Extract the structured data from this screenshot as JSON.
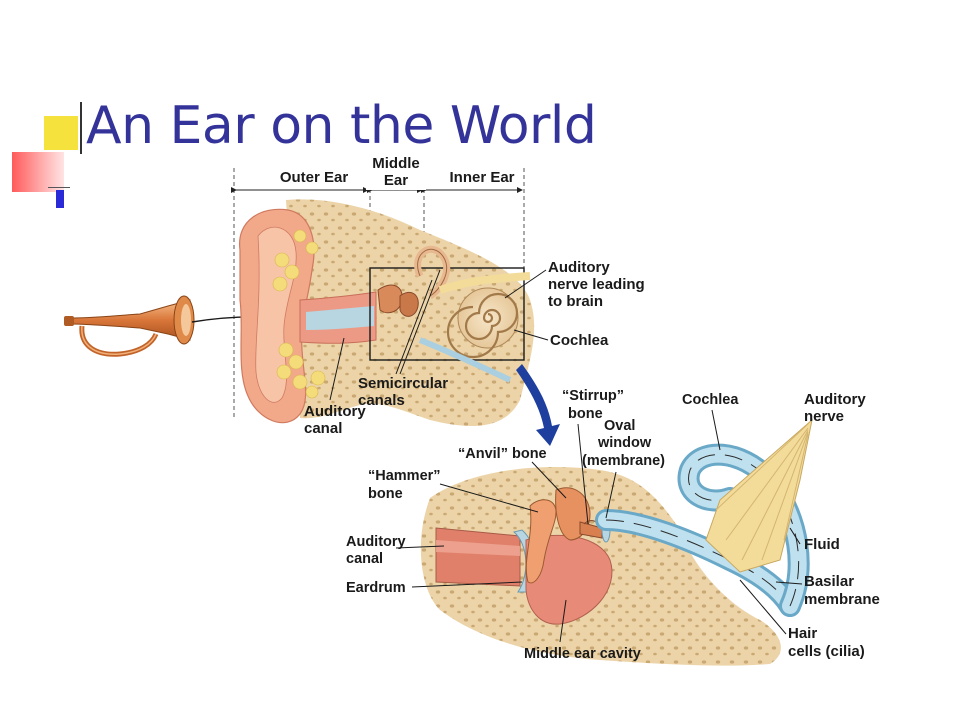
{
  "slide": {
    "title": "An Ear on the World"
  },
  "diagram": {
    "sections": {
      "outer": "Outer Ear",
      "middle_line1": "Middle",
      "middle_line2": "Ear",
      "inner": "Inner Ear"
    },
    "labels": {
      "auditory_nerve_1": "Auditory",
      "auditory_nerve_2": "nerve leading",
      "auditory_nerve_3": "to brain",
      "cochlea_top": "Cochlea",
      "semicircular_1": "Semicircular",
      "semicircular_2": "canals",
      "auditory_canal_top_1": "Auditory",
      "auditory_canal_top_2": "canal",
      "stirrup_1": "“Stirrup”",
      "stirrup_2": "bone",
      "oval_1": "Oval",
      "oval_2": "window",
      "oval_3": "(membrane)",
      "cochlea_bottom": "Cochlea",
      "auditory_nerve_b1": "Auditory",
      "auditory_nerve_b2": "nerve",
      "anvil": "“Anvil” bone",
      "hammer_1": "“Hammer”",
      "hammer_2": "bone",
      "auditory_canal_b1": "Auditory",
      "auditory_canal_b2": "canal",
      "eardrum": "Eardrum",
      "fluid": "Fluid",
      "basilar_1": "Basilar",
      "basilar_2": "membrane",
      "hair_1": "Hair",
      "hair_2": "cells (cilia)",
      "middle_ear_cavity": "Middle ear cavity"
    }
  },
  "colors": {
    "title": "#33339a",
    "skin": "#f2a98a",
    "bone": "#e8cfa0",
    "fluid_blue": "#a9cfe0",
    "nerve": "#f3dc9a",
    "arrow_blue": "#1f3f9f"
  }
}
